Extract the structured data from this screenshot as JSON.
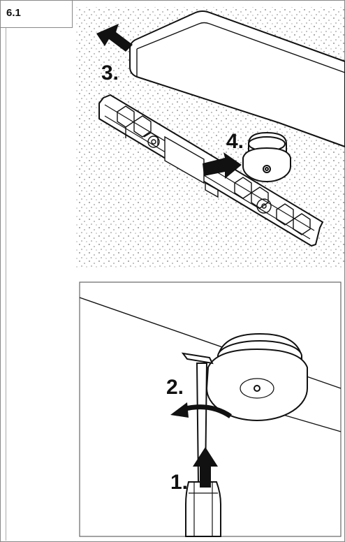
{
  "section": {
    "number": "6.1"
  },
  "steps": {
    "step1": "1.",
    "step2": "2.",
    "step3": "3.",
    "step4": "4."
  },
  "colors": {
    "ink": "#111111",
    "frame": "#888888",
    "background": "#ffffff"
  },
  "icons": {
    "arrow_up_left": "arrow-up-left-icon",
    "arrow_up": "arrow-up-icon",
    "arrow_right": "arrow-right-icon",
    "arrow_curved": "curved-arrow-icon"
  }
}
